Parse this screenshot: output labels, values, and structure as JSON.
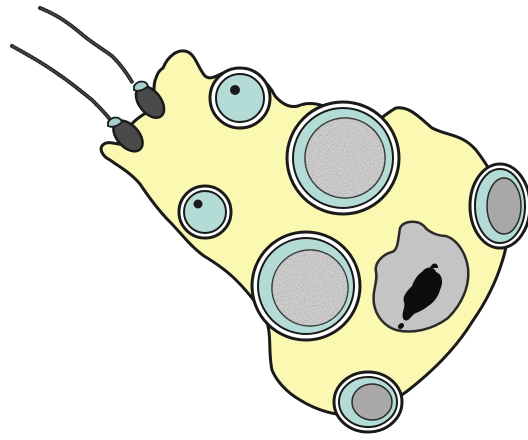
{
  "figure": {
    "background": "#ffffff",
    "colors": {
      "cytoplasm": "#fbf8b1",
      "cell_outline": "#1a1a1a",
      "vesicle_rim": "#b3dcd6",
      "granule_fill": "#c4c4c4",
      "nucleus_fill": "#c4c4c4",
      "chromatin": "#0d0d0d",
      "sperm_head": "#4a4a4a",
      "acrosome": "#a7d0cd",
      "dense_body": "#333333"
    },
    "components": {
      "cell_body": "cytoplasm",
      "nucleus": "nucleus",
      "chromatin": "chromatin",
      "large_granules": 2,
      "small_vesicles": 2,
      "edge_vesicles": 2,
      "sperm_cells": 2
    }
  }
}
